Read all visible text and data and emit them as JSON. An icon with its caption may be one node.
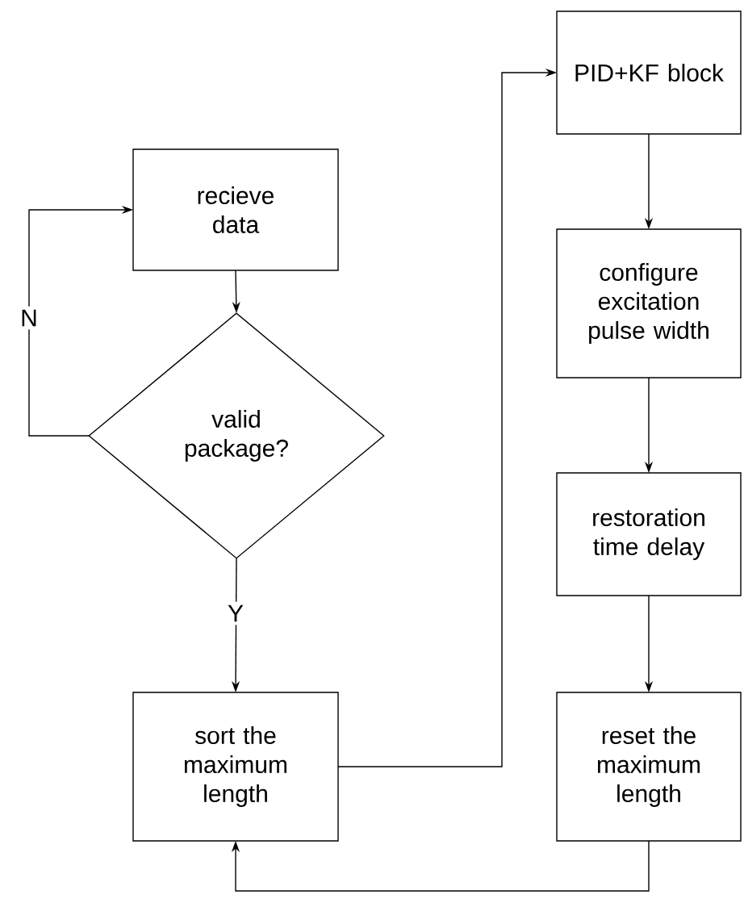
{
  "diagram": {
    "nodes": [
      {
        "text": [
          "recieve data"
        ]
      },
      {
        "text": [
          "valid package?"
        ]
      },
      {
        "text": [
          "sort the maximum length"
        ]
      },
      {
        "text": [
          "PID+KF block"
        ]
      },
      {
        "text": [
          "configure excitation pulse width"
        ]
      },
      {
        "text": [
          "restoration time delay"
        ]
      },
      {
        "text": [
          "reset the maximum length"
        ]
      }
    ],
    "edges": [
      {
        "from": 0,
        "to": 1,
        "arrow": "to"
      },
      {
        "from": 1,
        "to": 0,
        "arrow": "to",
        "label": "N"
      },
      {
        "from": 1,
        "to": 2,
        "arrow": "to",
        "label": "Y"
      },
      {
        "from": 2,
        "to": 3,
        "arrow": "to"
      },
      {
        "from": 3,
        "to": 4,
        "arrow": "to"
      },
      {
        "from": 4,
        "to": 5,
        "arrow": "to"
      },
      {
        "from": 5,
        "to": 6,
        "arrow": "to"
      },
      {
        "from": 6,
        "to": 2,
        "arrow": "to"
      }
    ]
  }
}
